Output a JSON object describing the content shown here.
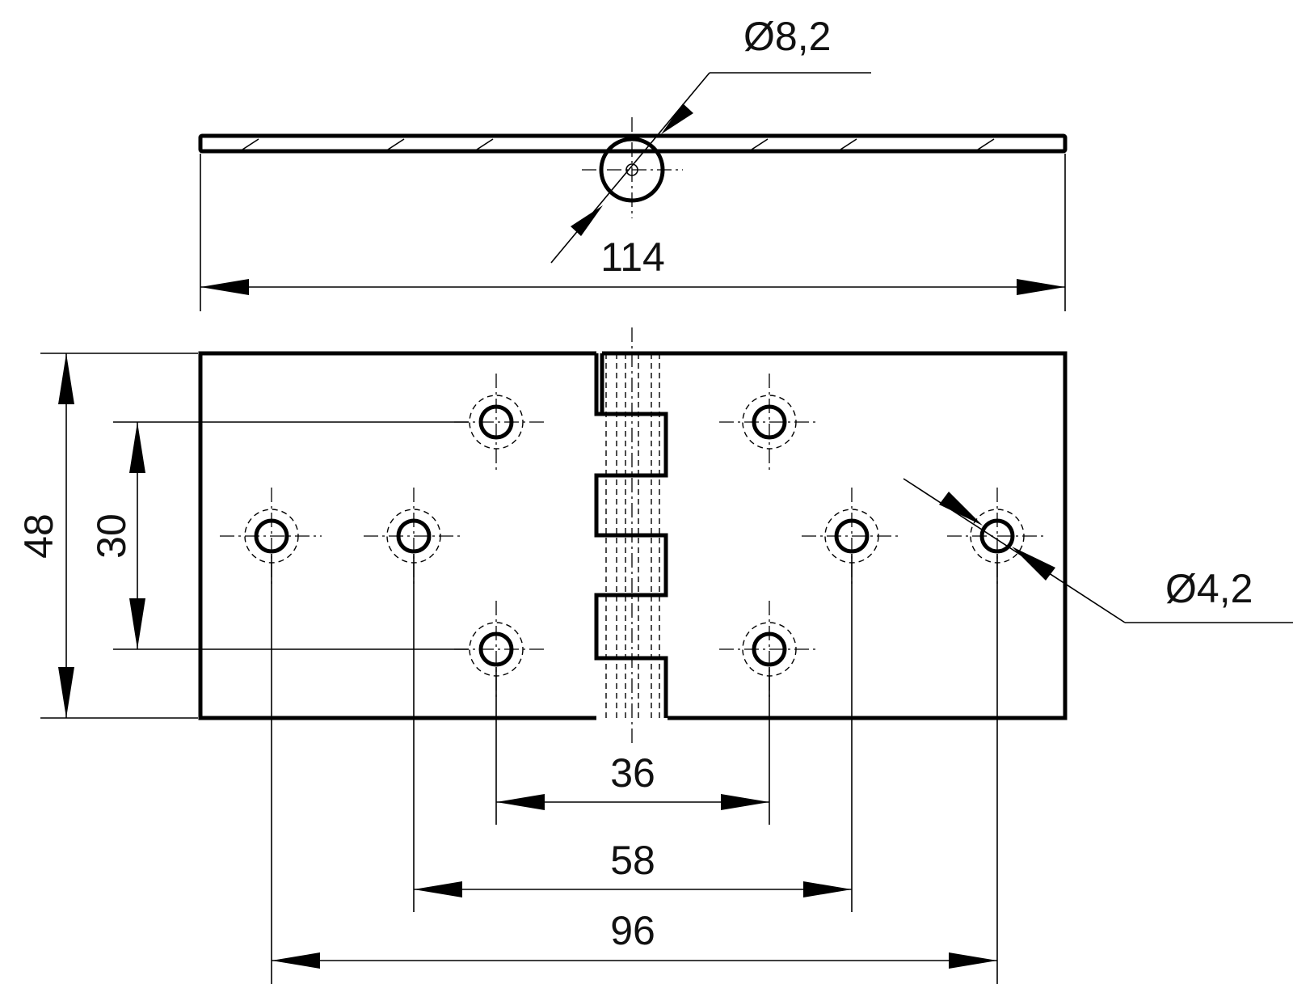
{
  "drawing": {
    "dimensions": {
      "pin_diameter": "Ø8,2",
      "overall_width": "114",
      "overall_height": "48",
      "hole_vertical_spacing": "30",
      "hole_diameter": "Ø4,2",
      "inner_hole_spacing": "36",
      "middle_hole_spacing": "58",
      "outer_hole_spacing": "96"
    },
    "line_color": "#000000",
    "background_color": "#ffffff"
  }
}
